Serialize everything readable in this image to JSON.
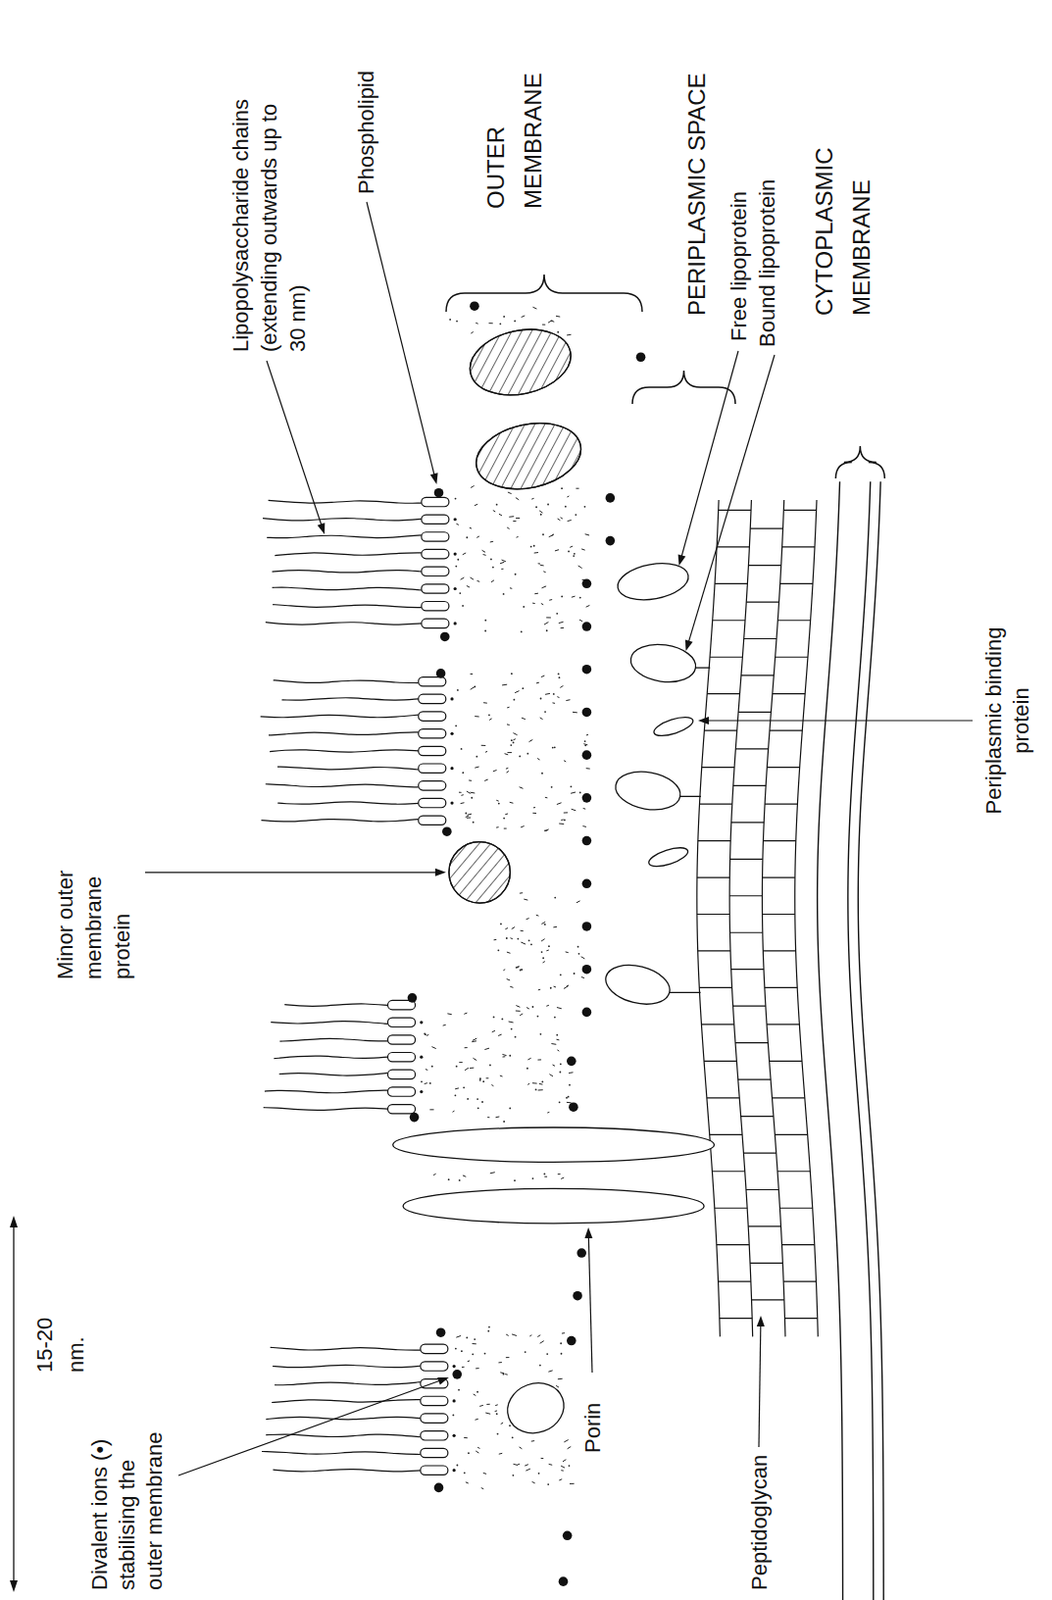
{
  "diagram": {
    "labels": [
      "Lipopolysaccharide chains (extending outwards up to 30 nm)",
      "Phospholipid",
      "OUTER MEMBRANE",
      "PERIPLASMIC SPACE",
      "Free lipoprotein",
      "Bound lipoprotein",
      "CYTOPLASMIC MEMBRANE",
      "Minor outer membrane protein",
      "Periplasmic binding protein",
      "Divalent ions (•) stabilising the outer membrane",
      "15-20 nm.",
      "Porin",
      "Peptidoglycan"
    ]
  }
}
